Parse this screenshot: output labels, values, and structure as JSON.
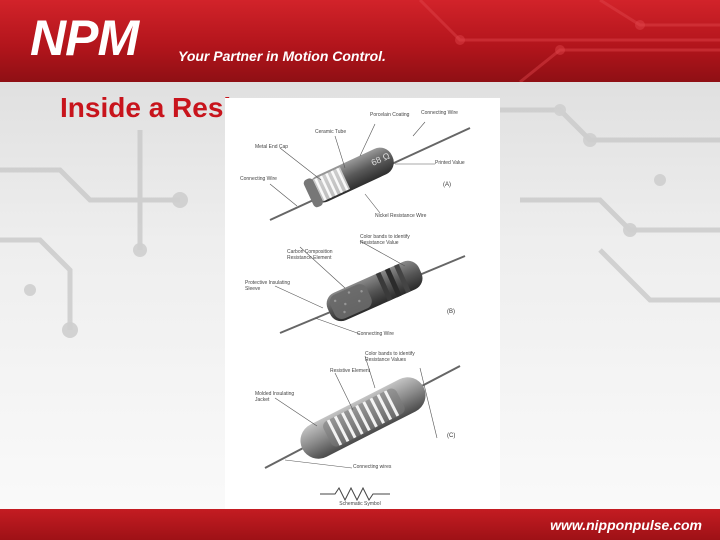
{
  "header": {
    "logo": "NPM",
    "tagline": "Your Partner in Motion Control."
  },
  "slide": {
    "title": "Inside a Resistor"
  },
  "figure": {
    "a": {
      "letter": "(A)",
      "value_marking": "68 Ω",
      "labels": {
        "porcelain": "Porcelain Coating",
        "connecting_top": "Connecting Wire",
        "ceramic_tube": "Ceramic Tube",
        "metal_end_cap": "Metal End Cap",
        "printed_value": "Printed Value",
        "connecting_left": "Connecting Wire",
        "nickel_wire": "Nickel Resistance Wire"
      }
    },
    "b": {
      "letter": "(B)",
      "labels": {
        "color_bands": "Color bands to identify Resistance Value",
        "carbon_element": "Carbon Composition Resistance Element",
        "protective_sleeve": "Protective Insulating Sleeve",
        "connecting_wire": "Connecting Wire"
      }
    },
    "c": {
      "letter": "(C)",
      "labels": {
        "color_bands": "Color bands to identify Resistance Values",
        "resistive_element": "Resistive Element",
        "molded_jacket": "Molded Insulating Jacket",
        "connecting_wires": "Connecting wires"
      }
    },
    "schematic_label": "Schematic Symbol"
  },
  "footer": {
    "url": "www.nipponpulse.com"
  }
}
